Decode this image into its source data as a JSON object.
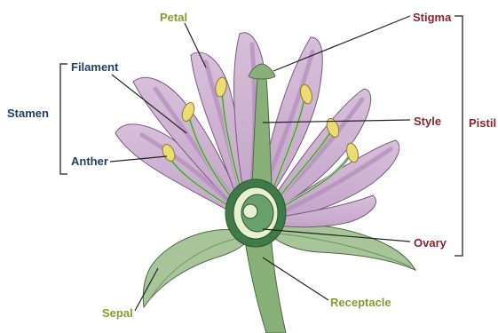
{
  "colors": {
    "green_label": "#8a9a2e",
    "blue_label": "#1f3f5f",
    "red_label": "#8c2430",
    "petal_fill": "#d9c2dc",
    "petal_stripe": "#b48fbd",
    "stem": "#8ab07a",
    "ovary_dark": "#3f7a48",
    "anther": "#ecdc74",
    "leader": "#222222"
  },
  "labels": {
    "petal": "Petal",
    "stigma": "Stigma",
    "filament": "Filament",
    "stamen": "Stamen",
    "pistil": "Pistil",
    "style": "Style",
    "anther": "Anther",
    "ovary": "Ovary",
    "receptacle": "Receptacle",
    "sepal": "Sepal"
  }
}
